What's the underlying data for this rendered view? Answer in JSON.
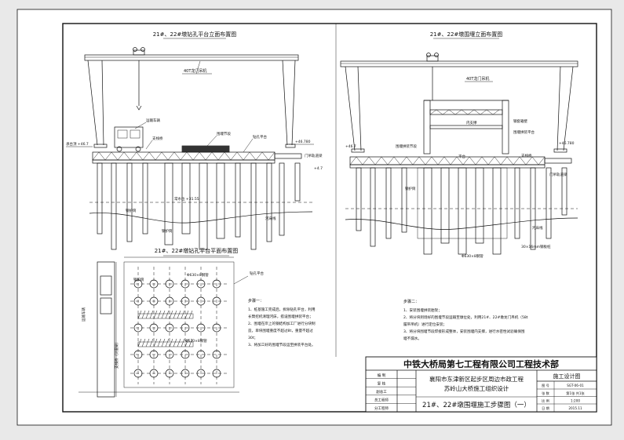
{
  "drawing": {
    "left_elevation_title": "21#、22#墩钻孔平台立面布置图",
    "left_plan_title": "21#、22#墩钻孔平台平面布置图",
    "right_elevation_title": "21#、22#墩围堰立面布置图",
    "labels_left": {
      "gantry": "40T龙门吊机",
      "truck": "运输车辆",
      "support_beam": "支栈桥",
      "steel_casing": "钢护筒",
      "drill_platform": "钻孔平台",
      "enclosure": "围堰节段",
      "rail": "门吊轨道梁",
      "left_elev": "承台顶 +46.7",
      "right_elev": "+46.780",
      "water_line": "常水位 +31.55",
      "riverbed": "河床线",
      "casing_bottom": "钢护筒",
      "small_mark": "+4.7"
    },
    "labels_plan": {
      "casing_left": "钢护筒",
      "casing_size": "Φ630×8钢管",
      "platform": "钻孔平台",
      "truck_plan": "运输车辆",
      "girder_plan": "支栈桥（贝雷梁）",
      "steel_pipe": "Φ630×8钢管"
    },
    "labels_right": {
      "gantry": "40T龙门吊机",
      "inner_support": "内支撑",
      "enclosure_panel": "钢套箱壁",
      "guide_frame": "围堰拼装平台",
      "enclosure_segment": "围堰拼装节段",
      "platform": "平台",
      "rail": "门吊轨道梁",
      "support_beam": "支栈桥",
      "casing": "钢护筒",
      "riverbed": "河床线",
      "elev_left": "+46.7",
      "elev_right": "+46.780",
      "pipe": "Φ630×8钢管",
      "small_note": "30×16mm钢板桩"
    },
    "steps_left": [
      "步骤一：",
      "1、桩基施工完成后，拆除钻孔平台，利用",
      "长臂挖机清理河床，搭设围堰拼装平台；",
      "2、围堰在岸上的钢结构加工厂进行分块制",
      "造，单块围堰重度不超过8t，重量不超过",
      "30t；",
      "3、将加工好的围堰节段运至拼装平台处。"
    ],
    "steps_right": [
      "步骤二：",
      "1、安装围堰拼装胎架；",
      "2、将分块到场好的围堰节段运输至墩位处，利用21#、22#墩龙门吊机（58t",
      "履带吊机）进行定位安装；",
      "3、将分块围堰节段焊接形成整体，安装围堰内支撑，进行水密性试验确保围",
      "堰不漏水。"
    ]
  },
  "title_block": {
    "company": "中铁大桥局第七工程有限公司工程技术部",
    "stage": "施工设计图",
    "project_line1": "襄阳市东津新区起步区周边市政工程",
    "project_line2": "苏岭山大桥施工组织设计",
    "drawing_name": "21#、22#墩围堰施工步骤图（一）",
    "left_rows": [
      "编  制",
      "复  核",
      "副总工",
      "总工程师",
      "分工程师"
    ],
    "right_rows": [
      {
        "label": "图  号",
        "value": "SGT-06-01"
      },
      {
        "label": "张  数",
        "value": "第1张 共1张"
      },
      {
        "label": "比  例",
        "value": "1:200"
      },
      {
        "label": "日  期",
        "value": "2015.11"
      }
    ]
  }
}
